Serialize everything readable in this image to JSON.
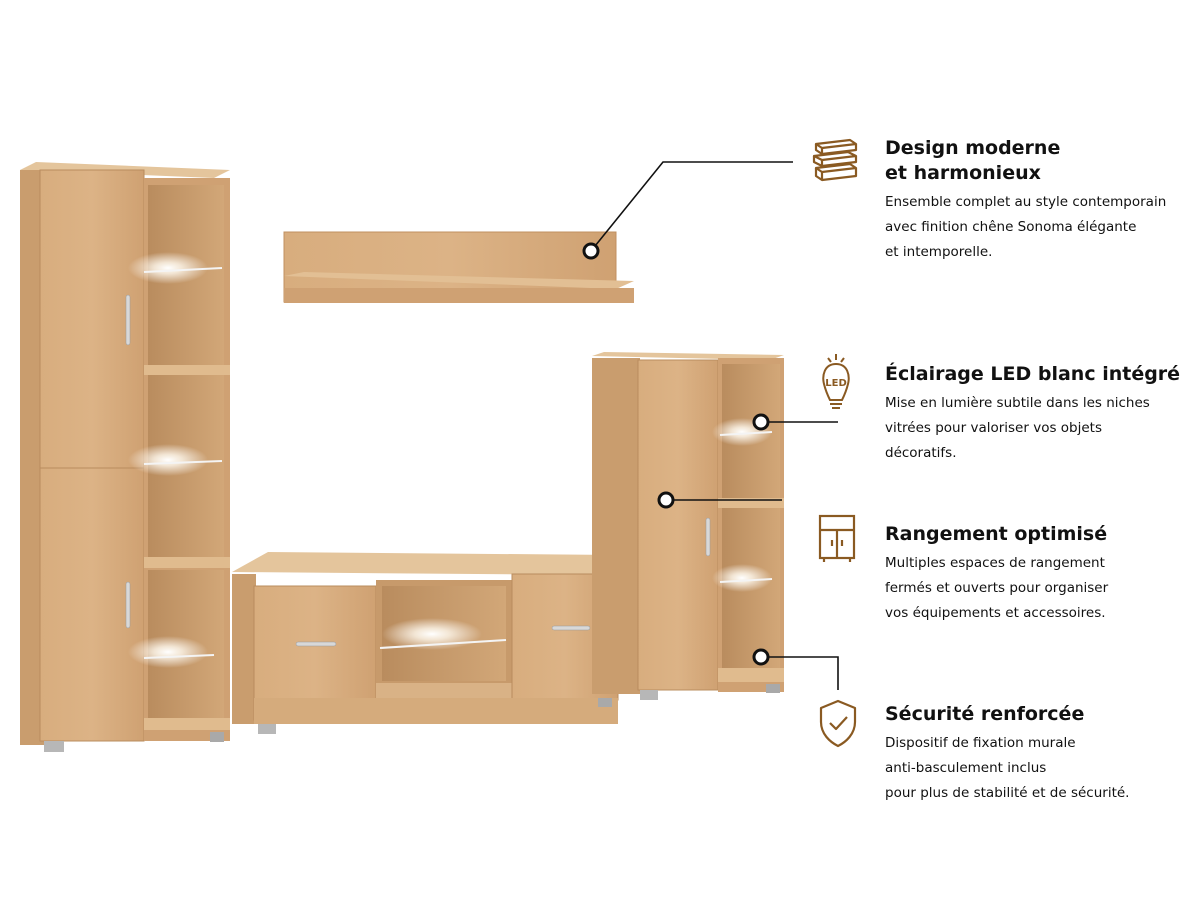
{
  "colors": {
    "accent": "#8a5a22",
    "wood": "#d4a878",
    "wood_dark": "#b8875a",
    "wood_light": "#e2bd90"
  },
  "features": [
    {
      "icon": "stacked-planks-icon",
      "title_line1": "Design moderne",
      "title_line2": "et harmonieux",
      "desc_lines": [
        "Ensemble complet au style contemporain",
        "avec finition chêne Sonoma élégante",
        "et intemporelle."
      ]
    },
    {
      "icon": "led-bulb-icon",
      "icon_text": "LED",
      "title_line1": "Éclairage LED blanc intégré",
      "desc_lines": [
        "Mise en lumière subtile dans les niches",
        "vitrées pour valoriser vos objets",
        "décoratifs."
      ]
    },
    {
      "icon": "cabinet-icon",
      "title_line1": "Rangement optimisé",
      "desc_lines": [
        "Multiples espaces de rangement",
        "fermés et ouverts pour organiser",
        "vos équipements et accessoires."
      ]
    },
    {
      "icon": "shield-check-icon",
      "title_line1": "Sécurité renforcée",
      "desc_lines": [
        "Dispositif de fixation murale",
        "anti-basculement inclus",
        "pour plus de stabilité et de sécurité."
      ]
    }
  ]
}
